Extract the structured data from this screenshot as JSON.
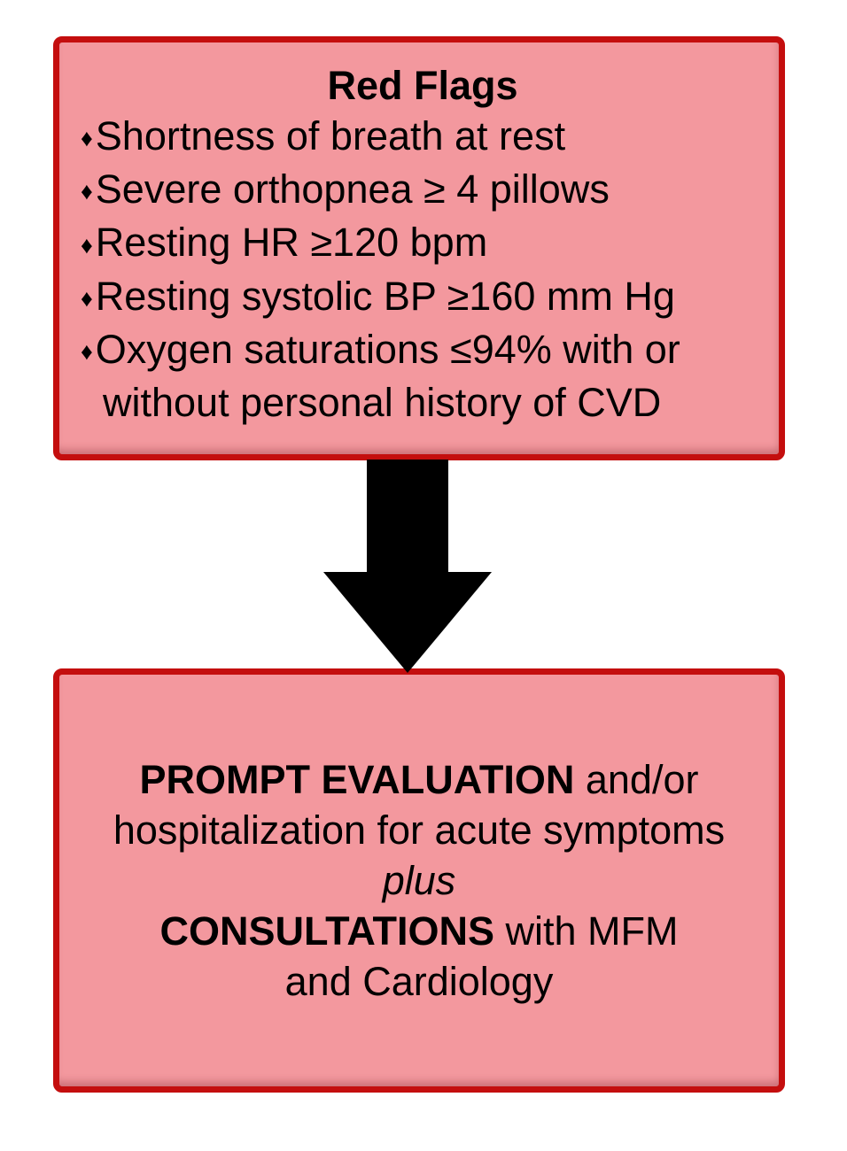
{
  "top_box": {
    "title": "Red Flags",
    "bullet": "♦",
    "items": [
      "Shortness of breath at rest",
      "Severe orthopnea ≥ 4 pillows",
      "Resting HR ≥120 bpm",
      "Resting systolic BP ≥160 mm Hg",
      "Oxygen saturations ≤94% with or without personal history of CVD"
    ]
  },
  "bottom_box": {
    "line1_bold": "PROMPT EVALUATION",
    "line1_rest": " and/or",
    "line2": "hospitalization for acute symptoms",
    "line3_italic": "plus",
    "line4_bold": "CONSULTATIONS",
    "line4_rest": " with MFM",
    "line5": "and Cardiology"
  },
  "colors": {
    "background": "#FFFFFF",
    "box_fill": "#F3989E",
    "box_border": "#C40E0E",
    "arrow": "#000000",
    "text": "#000000"
  }
}
